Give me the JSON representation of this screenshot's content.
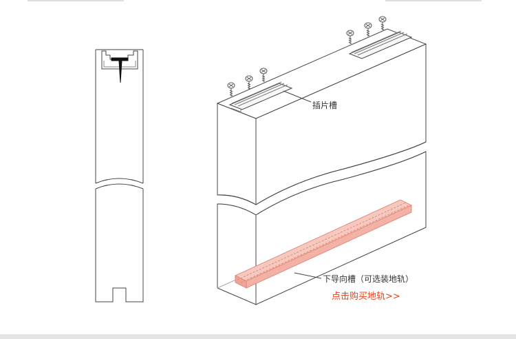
{
  "labels": {
    "slot": "插片槽",
    "guide_groove": "下导向槽（可选装地轨）",
    "buy_link": "点击购买地轨>>"
  },
  "colors": {
    "line": "#444444",
    "rail_fill": "#f6c9c0",
    "rail_stroke": "#e38a7b",
    "link": "#e8421c",
    "screw": "#555555"
  },
  "icons": {
    "screw": "screw-icon",
    "insert": "t-insert-icon"
  }
}
